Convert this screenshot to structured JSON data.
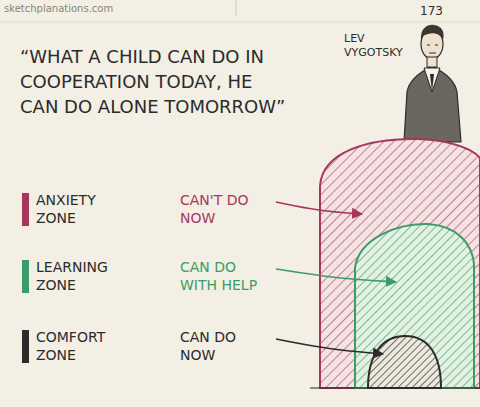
{
  "diagram": {
    "title": "“WHAT A CHILD CAN DO IN COOPERATION TODAY, HE CAN DO ALONE TOMORROW”",
    "labels": [
      "sketchplanations.com",
      "173",
      "LEV VYGOTSKY",
      "CAN'T DO NOW",
      "CAN DO WITH HELP",
      "CAN DO NOW"
    ],
    "legend": [
      {
        "text": "ANXIETY ZONE",
        "color": "#a6375c"
      },
      {
        "text": "LEARNING ZONE",
        "color": "#3e9b68"
      },
      {
        "text": "COMFORT ZONE",
        "color": "#2b2b2b"
      }
    ]
  }
}
